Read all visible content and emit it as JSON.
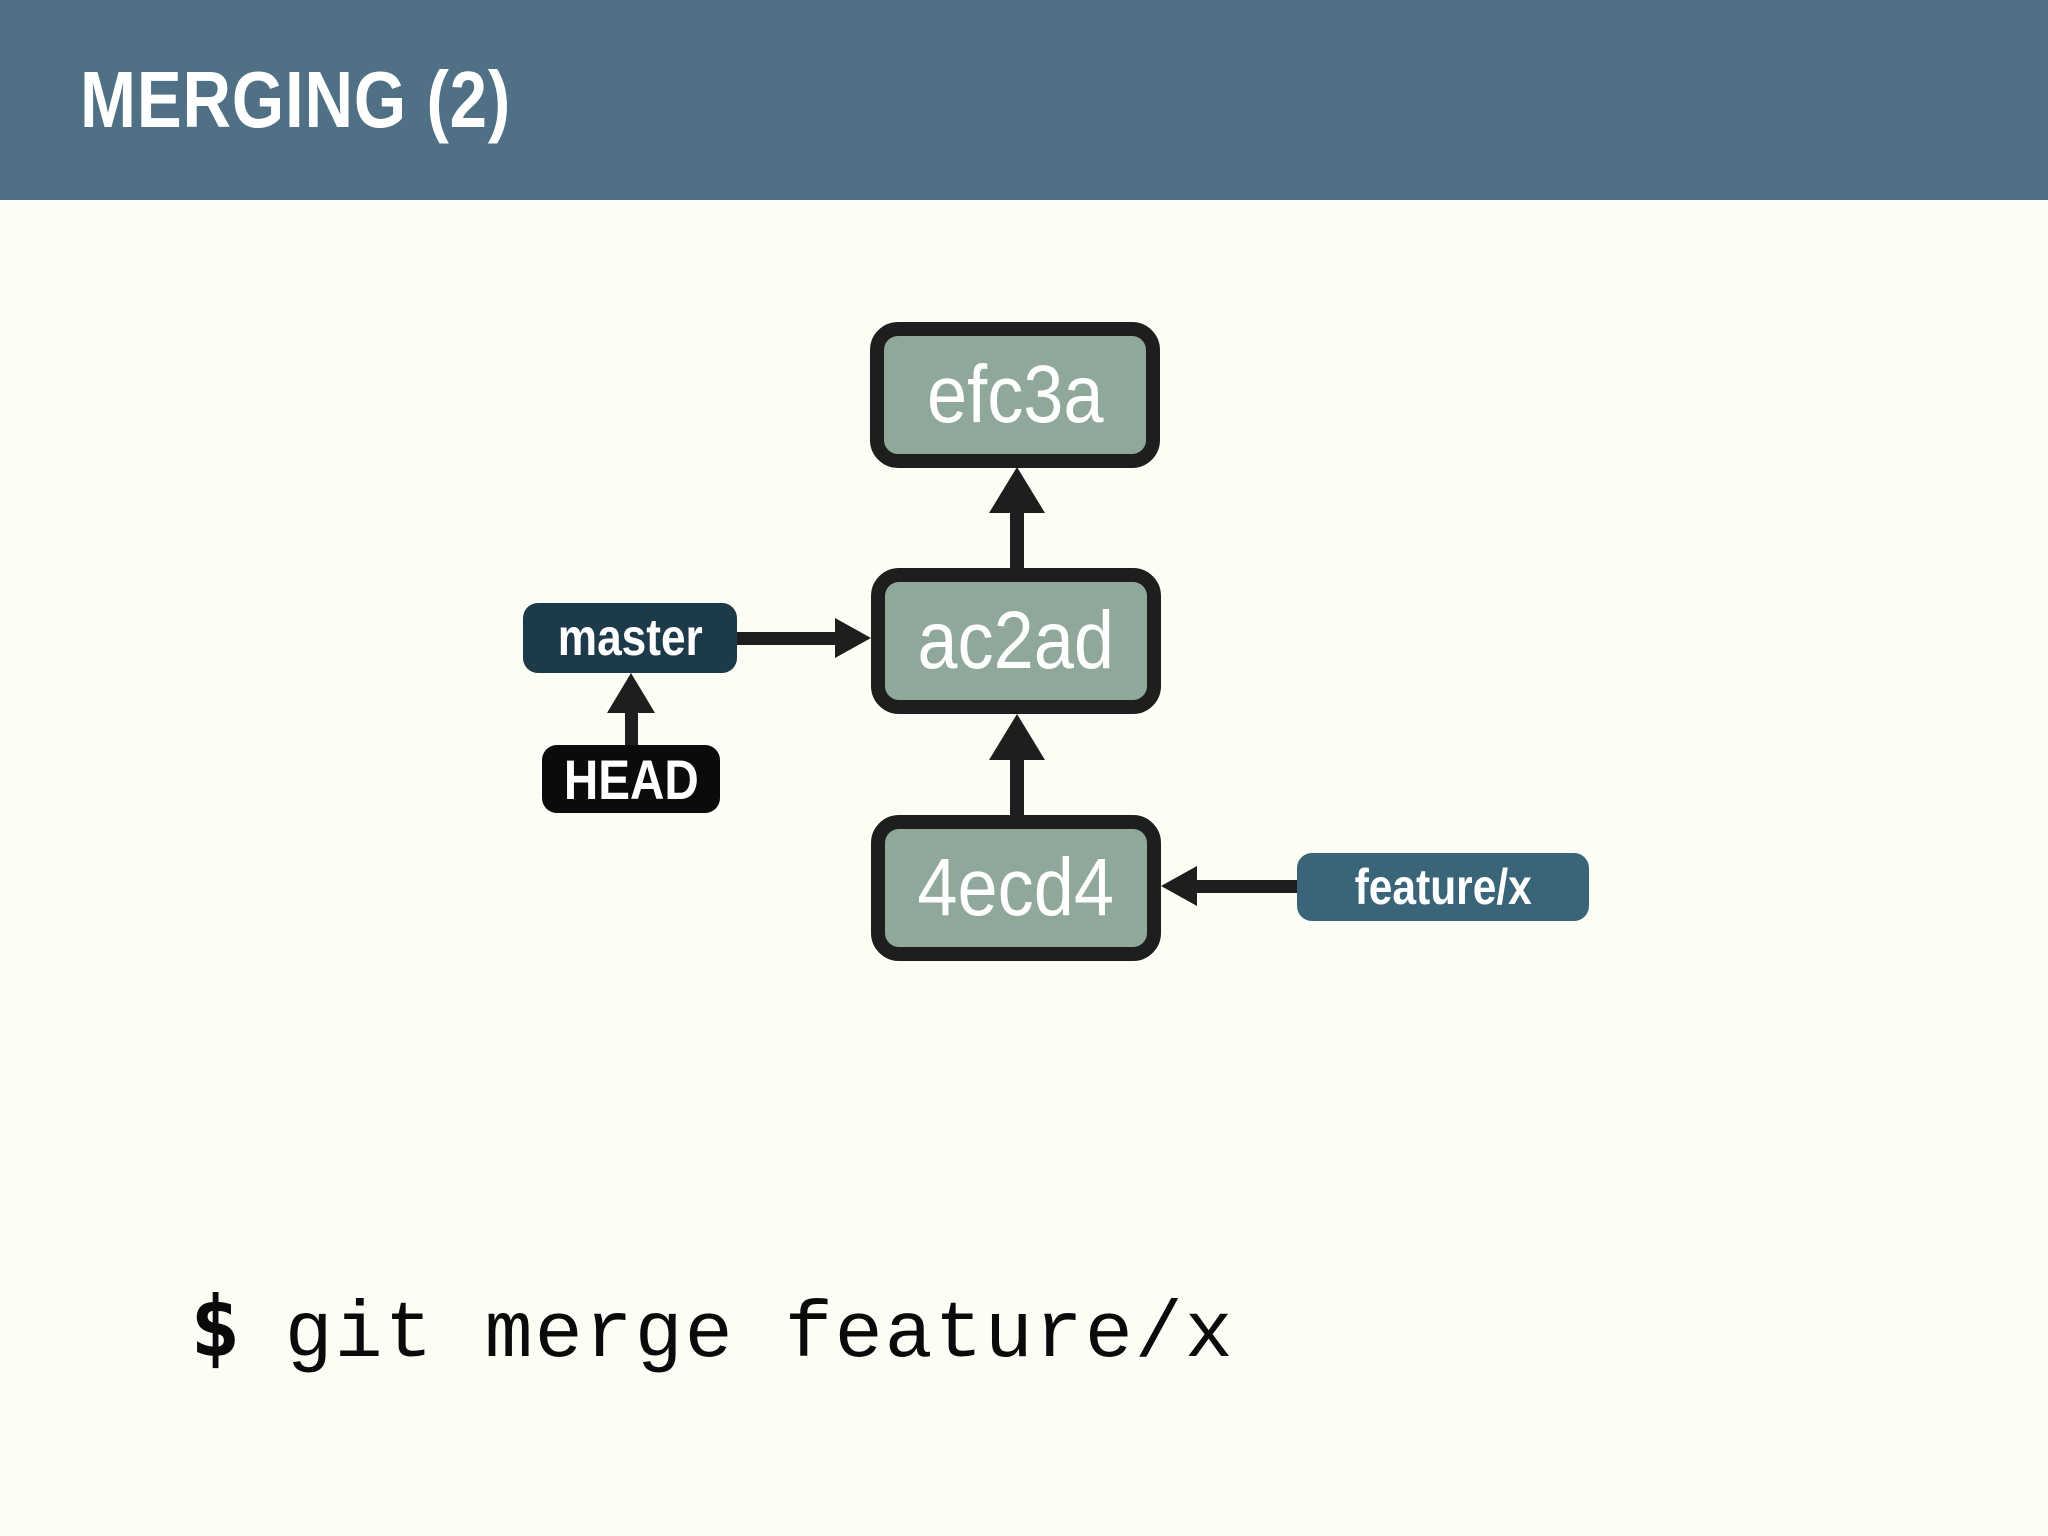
{
  "slide": {
    "title": "MERGING (2)"
  },
  "terminal": {
    "prompt": "$",
    "command": "git merge feature/x"
  },
  "diagram": {
    "commits": [
      {
        "id": "efc3a"
      },
      {
        "id": "ac2ad"
      },
      {
        "id": "4ecd4"
      }
    ],
    "branch_labels": [
      {
        "label": "master"
      },
      {
        "label": "HEAD"
      },
      {
        "label": "feature/x"
      }
    ],
    "edges": [
      {
        "from": "ac2ad",
        "to": "efc3a",
        "direction": "up"
      },
      {
        "from": "4ecd4",
        "to": "ac2ad",
        "direction": "up"
      },
      {
        "from": "HEAD",
        "to": "master",
        "direction": "up"
      },
      {
        "from": "master",
        "to": "ac2ad",
        "direction": "right"
      },
      {
        "from": "feature/x",
        "to": "4ecd4",
        "direction": "left"
      }
    ]
  },
  "colors": {
    "header_bg": "#507185",
    "background": "#FDFDF5",
    "commit_fill": "#8FA89A",
    "commit_border": "#1E1E1E",
    "master_badge": "#1D3A4B",
    "head_badge": "#0B0B0B",
    "feature_badge": "#3A6578",
    "arrow": "#1E1E1E",
    "title_text": "#FFFFFF",
    "command_text": "#0A0A0A"
  }
}
